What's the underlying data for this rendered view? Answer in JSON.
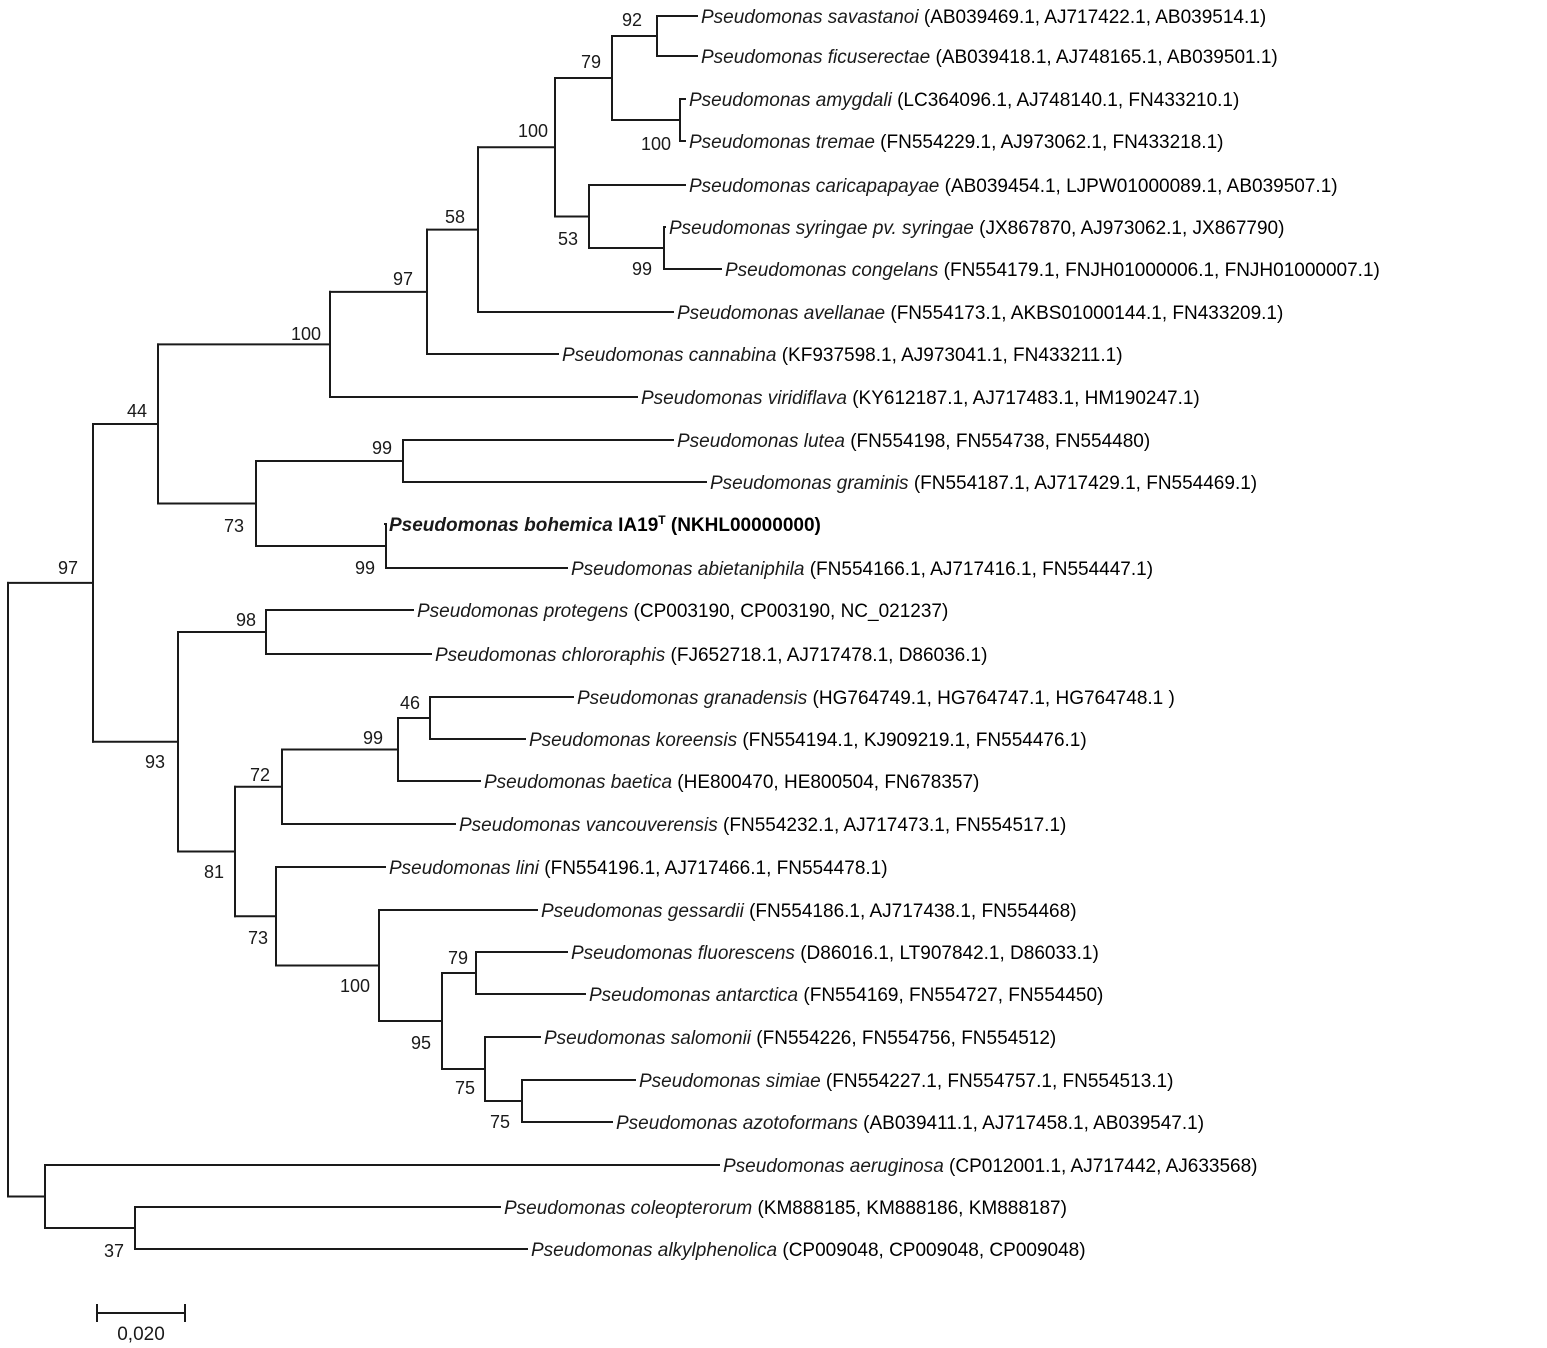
{
  "taxa": [
    {
      "name": "Pseudomonas savastanoi",
      "acc": "(AB039469.1, AJ717422.1, AB039514.1)"
    },
    {
      "name": "Pseudomonas ficuserectae",
      "acc": "(AB039418.1, AJ748165.1, AB039501.1)"
    },
    {
      "name": "Pseudomonas amygdali",
      "acc": "(LC364096.1, AJ748140.1, FN433210.1)"
    },
    {
      "name": "Pseudomonas tremae",
      "acc": "(FN554229.1, AJ973062.1, FN433218.1)"
    },
    {
      "name": "Pseudomonas caricapapayae",
      "acc": "(AB039454.1, LJPW01000089.1, AB039507.1)"
    },
    {
      "name": "Pseudomonas syringae pv. syringae",
      "acc": "(JX867870, AJ973062.1, JX867790)"
    },
    {
      "name": "Pseudomonas congelans",
      "acc": "(FN554179.1, FNJH01000006.1, FNJH01000007.1)"
    },
    {
      "name": "Pseudomonas avellanae",
      "acc": "(FN554173.1, AKBS01000144.1, FN433209.1)"
    },
    {
      "name": "Pseudomonas cannabina",
      "acc": "(KF937598.1, AJ973041.1, FN433211.1)"
    },
    {
      "name": "Pseudomonas viridiflava",
      "acc": "(KY612187.1, AJ717483.1, HM190247.1)"
    },
    {
      "name": "Pseudomonas lutea",
      "acc": "(FN554198, FN554738, FN554480)"
    },
    {
      "name": "Pseudomonas graminis",
      "acc": "(FN554187.1, AJ717429.1, FN554469.1)"
    },
    {
      "name": "Pseudomonas bohemica",
      "strain": "IA19",
      "sup": "T",
      "acc": "(NKHL00000000)",
      "bold": true
    },
    {
      "name": "Pseudomonas abietaniphila",
      "acc": "(FN554166.1, AJ717416.1, FN554447.1)"
    },
    {
      "name": "Pseudomonas protegens",
      "acc": "(CP003190, CP003190,  NC_021237)"
    },
    {
      "name": "Pseudomonas chlororaphis",
      "acc": "(FJ652718.1, AJ717478.1, D86036.1)"
    },
    {
      "name": "Pseudomonas granadensis",
      "acc": "(HG764749.1, HG764747.1, HG764748.1 )"
    },
    {
      "name": "Pseudomonas koreensis",
      "acc": "(FN554194.1, KJ909219.1, FN554476.1)"
    },
    {
      "name": "Pseudomonas baetica",
      "acc": "(HE800470, HE800504, FN678357)"
    },
    {
      "name": "Pseudomonas vancouverensis",
      "acc": "(FN554232.1, AJ717473.1, FN554517.1)"
    },
    {
      "name": "Pseudomonas lini",
      "acc": "(FN554196.1, AJ717466.1, FN554478.1)"
    },
    {
      "name": "Pseudomonas gessardii",
      "acc": "(FN554186.1, AJ717438.1, FN554468)"
    },
    {
      "name": "Pseudomonas fluorescens",
      "acc": "(D86016.1, LT907842.1, D86033.1)"
    },
    {
      "name": "Pseudomonas antarctica",
      "acc": "(FN554169, FN554727, FN554450)"
    },
    {
      "name": "Pseudomonas salomonii",
      "acc": "(FN554226, FN554756, FN554512)"
    },
    {
      "name": "Pseudomonas simiae",
      "acc": "(FN554227.1, FN554757.1, FN554513.1)"
    },
    {
      "name": "Pseudomonas azotoformans",
      "acc": "(AB039411.1, AJ717458.1, AB039547.1)"
    },
    {
      "name": "Pseudomonas aeruginosa",
      "acc": "(CP012001.1, AJ717442, AJ633568)"
    },
    {
      "name": "Pseudomonas coleopterorum",
      "acc": "(KM888185, KM888186, KM888187)"
    },
    {
      "name": "Pseudomonas alkylphenolica",
      "acc": "(CP009048, CP009048, CP009048)"
    }
  ],
  "bootstrap": [
    "92",
    "79",
    "100",
    "100",
    "53",
    "99",
    "58",
    "97",
    "100",
    "44",
    "99",
    "73",
    "99",
    "97",
    "98",
    "46",
    "99",
    "72",
    "93",
    "81",
    "73",
    "79",
    "100",
    "95",
    "75",
    "75",
    "37"
  ],
  "scale_bar": {
    "value": 0.02,
    "label": "0,020"
  }
}
